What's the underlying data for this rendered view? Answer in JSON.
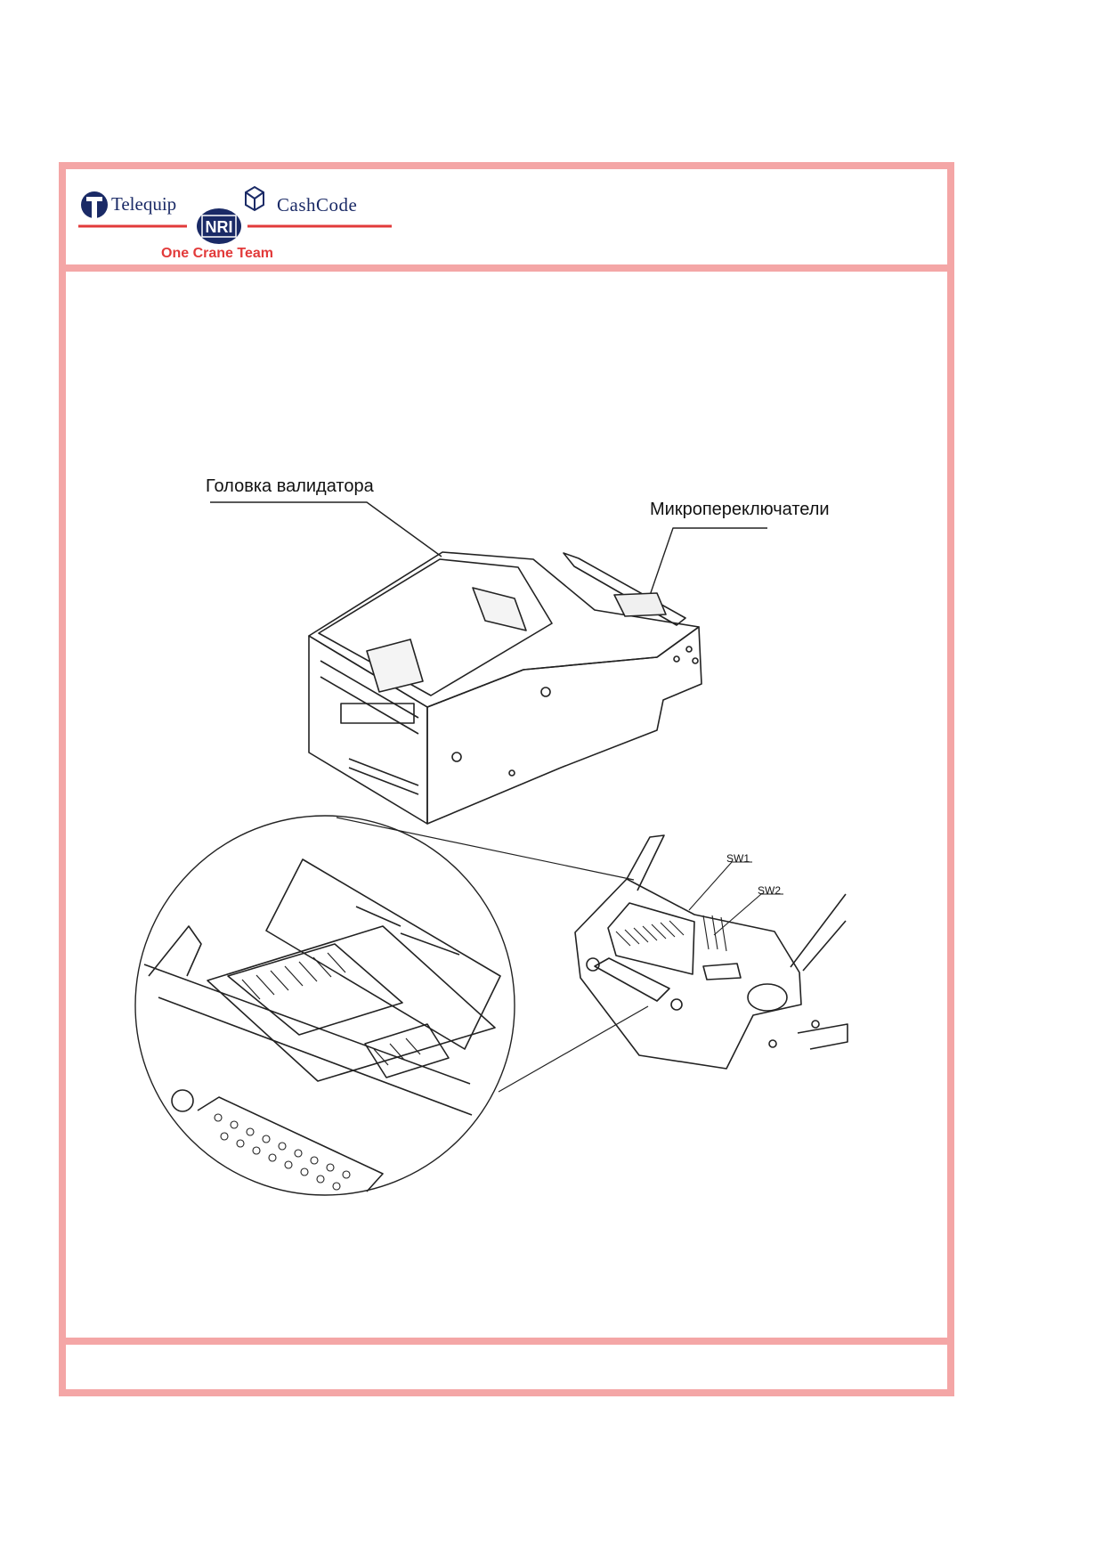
{
  "header": {
    "logo_telequip": "Telequip",
    "logo_nri": "NRI",
    "logo_cashcode": "CashCode",
    "tagline": "One Crane Team"
  },
  "figure": {
    "label_head": "Головка валидатора",
    "label_switches": "Микропереключатели",
    "label_sw1": "SW1",
    "label_sw2": "SW2"
  },
  "colors": {
    "frame": "#f4a6a6",
    "brand_navy": "#1a2a66",
    "brand_red": "#e23a3a"
  }
}
